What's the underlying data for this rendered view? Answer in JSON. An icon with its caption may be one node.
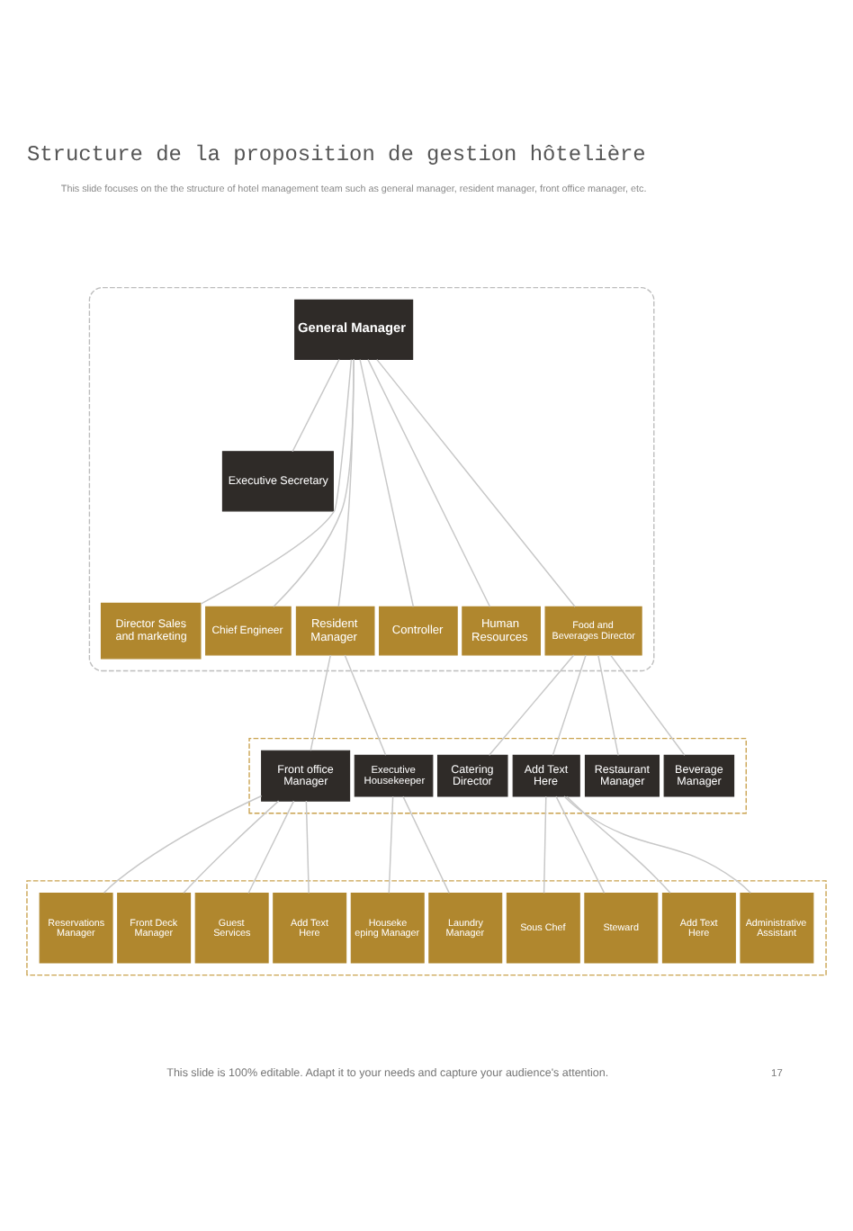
{
  "diagram": {
    "title": "Structure de la proposition de gestion hôtelière",
    "nodes": [
      {
        "text": [],
        "shape": "pentagon"
      },
      {
        "text": [
          "General Manager"
        ],
        "in": 0
      },
      {
        "text": [
          "Executive Secretary"
        ],
        "in": 0
      },
      {
        "text": [
          "Director Sales and marketing"
        ],
        "in": 0
      },
      {
        "text": [
          "Resident Manager"
        ],
        "in": 0
      },
      {
        "text": [
          "Controller"
        ],
        "in": 0
      },
      {
        "text": [
          "Food and Beverages Director"
        ],
        "in": 0
      },
      {
        "text": [
          "Chief Engineer"
        ],
        "in": 0
      },
      {
        "text": [
          "Human Resources"
        ],
        "in": 0
      },
      {
        "text": [],
        "shape": "box"
      },
      {
        "text": [
          "Front office Manager"
        ],
        "in": 9
      },
      {
        "text": [
          "Executive Housekeeper"
        ],
        "in": 9
      },
      {
        "text": [
          "Catering Director"
        ],
        "in": 9
      },
      {
        "text": [
          "Add Text Here"
        ],
        "in": 9
      },
      {
        "text": [
          "Restaurant Manager"
        ],
        "in": 9
      },
      {
        "text": [
          "Beverage Manager"
        ],
        "in": 9
      },
      {
        "text": [],
        "shape": "box"
      },
      {
        "text": [
          "Reservations Manager"
        ],
        "in": 16
      },
      {
        "text": [
          "Front Deck Manager"
        ],
        "in": 16
      },
      {
        "text": [
          "Guest Services"
        ],
        "in": 16
      },
      {
        "text": [
          "Add Text Here"
        ],
        "in": 16
      },
      {
        "text": [
          "Houseke eping Manager"
        ],
        "in": 16
      },
      {
        "text": [
          "Laundry Manager"
        ],
        "in": 16
      },
      {
        "text": [
          "Sous Chef"
        ],
        "in": 16
      },
      {
        "text": [
          "Steward"
        ],
        "in": 16
      },
      {
        "text": [
          "Add Text Here"
        ],
        "in": 16
      },
      {
        "text": [
          "Administrative Assistant"
        ],
        "in": 16
      }
    ],
    "edges": [
      {
        "from": 1,
        "to": 2,
        "arrow": "none"
      },
      {
        "from": 1,
        "to": 3,
        "arrow": "none"
      },
      {
        "from": 1,
        "to": 7,
        "arrow": "none"
      },
      {
        "from": 1,
        "to": 4,
        "arrow": "none"
      },
      {
        "from": 1,
        "to": 5,
        "arrow": "none"
      },
      {
        "from": 1,
        "to": 8,
        "arrow": "none"
      },
      {
        "from": 1,
        "to": 6,
        "arrow": "none"
      },
      {
        "from": 4,
        "to": 10,
        "arrow": "none"
      },
      {
        "from": 4,
        "to": 11,
        "arrow": "none"
      },
      {
        "from": 6,
        "to": 12,
        "arrow": "none"
      },
      {
        "from": 6,
        "to": 13,
        "arrow": "none"
      },
      {
        "from": 6,
        "to": 14,
        "arrow": "none"
      },
      {
        "from": 6,
        "to": 15,
        "arrow": "none"
      },
      {
        "from": 10,
        "to": 17,
        "arrow": "none"
      },
      {
        "from": 10,
        "to": 18,
        "arrow": "none"
      },
      {
        "from": 10,
        "to": 19,
        "arrow": "none"
      },
      {
        "from": 10,
        "to": 20,
        "arrow": "none"
      },
      {
        "from": 11,
        "to": 21,
        "arrow": "none"
      },
      {
        "from": 11,
        "to": 22,
        "arrow": "none"
      },
      {
        "from": 13,
        "to": 23,
        "arrow": "none"
      },
      {
        "from": 13,
        "to": 24,
        "arrow": "none"
      },
      {
        "from": 13,
        "to": 25,
        "arrow": "none"
      },
      {
        "from": 13,
        "to": 26,
        "arrow": "none"
      }
    ],
    "labels": [
      "This slide focuses on the the structure of hotel management team such as general manager, resident manager, front office manager, etc.",
      "This slide is 100% editable. Adapt it to your needs and capture your audience's attention.",
      "17"
    ]
  }
}
